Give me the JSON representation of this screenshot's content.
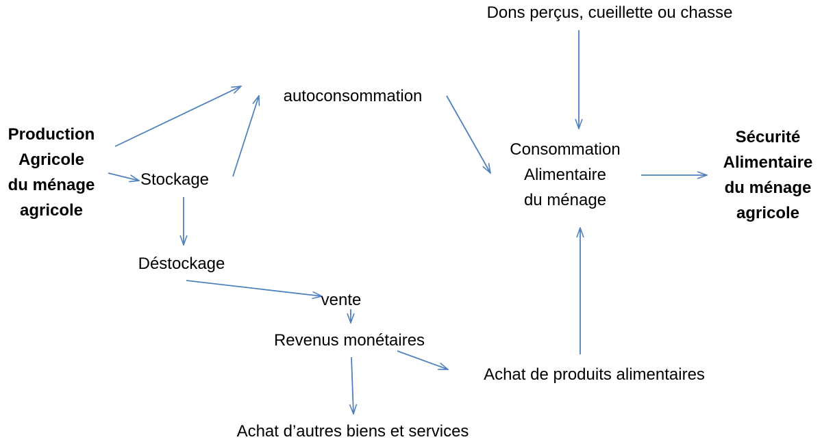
{
  "diagram": {
    "colors": {
      "arrow": "#4F81BD",
      "text": "#000000",
      "background": "#FFFFFF"
    },
    "nodes": {
      "dons": {
        "lines": [
          "Dons perçus, cueillette ou chasse"
        ],
        "bold": false
      },
      "autoconsommation": {
        "lines": [
          "autoconsommation"
        ],
        "bold": false
      },
      "production": {
        "lines": [
          "Production",
          "Agricole",
          "du ménage",
          "agricole"
        ],
        "bold": true
      },
      "stockage": {
        "lines": [
          "Stockage"
        ],
        "bold": false
      },
      "consommation": {
        "lines": [
          "Consommation",
          "Alimentaire",
          "du ménage"
        ],
        "bold": false
      },
      "securite": {
        "lines": [
          "Sécurité",
          "Alimentaire",
          "du ménage",
          "agricole"
        ],
        "bold": true
      },
      "destockage": {
        "lines": [
          "Déstockage"
        ],
        "bold": false
      },
      "vente": {
        "lines": [
          "vente"
        ],
        "bold": false
      },
      "revenus": {
        "lines": [
          "Revenus monétaires"
        ],
        "bold": false
      },
      "achat_alimentaires": {
        "lines": [
          "Achat de produits alimentaires"
        ],
        "bold": false
      },
      "achat_autres": {
        "lines": [
          "Achat d’autres biens et services"
        ],
        "bold": false
      }
    },
    "edges": [
      {
        "from": "production",
        "to": "autoconsommation"
      },
      {
        "from": "production",
        "to": "stockage"
      },
      {
        "from": "stockage",
        "to": "autoconsommation"
      },
      {
        "from": "stockage",
        "to": "destockage"
      },
      {
        "from": "autoconsommation",
        "to": "consommation"
      },
      {
        "from": "dons",
        "to": "consommation"
      },
      {
        "from": "consommation",
        "to": "securite"
      },
      {
        "from": "destockage",
        "to": "vente"
      },
      {
        "from": "vente",
        "to": "revenus"
      },
      {
        "from": "revenus",
        "to": "achat_alimentaires"
      },
      {
        "from": "revenus",
        "to": "achat_autres"
      },
      {
        "from": "achat_alimentaires",
        "to": "consommation"
      }
    ]
  }
}
